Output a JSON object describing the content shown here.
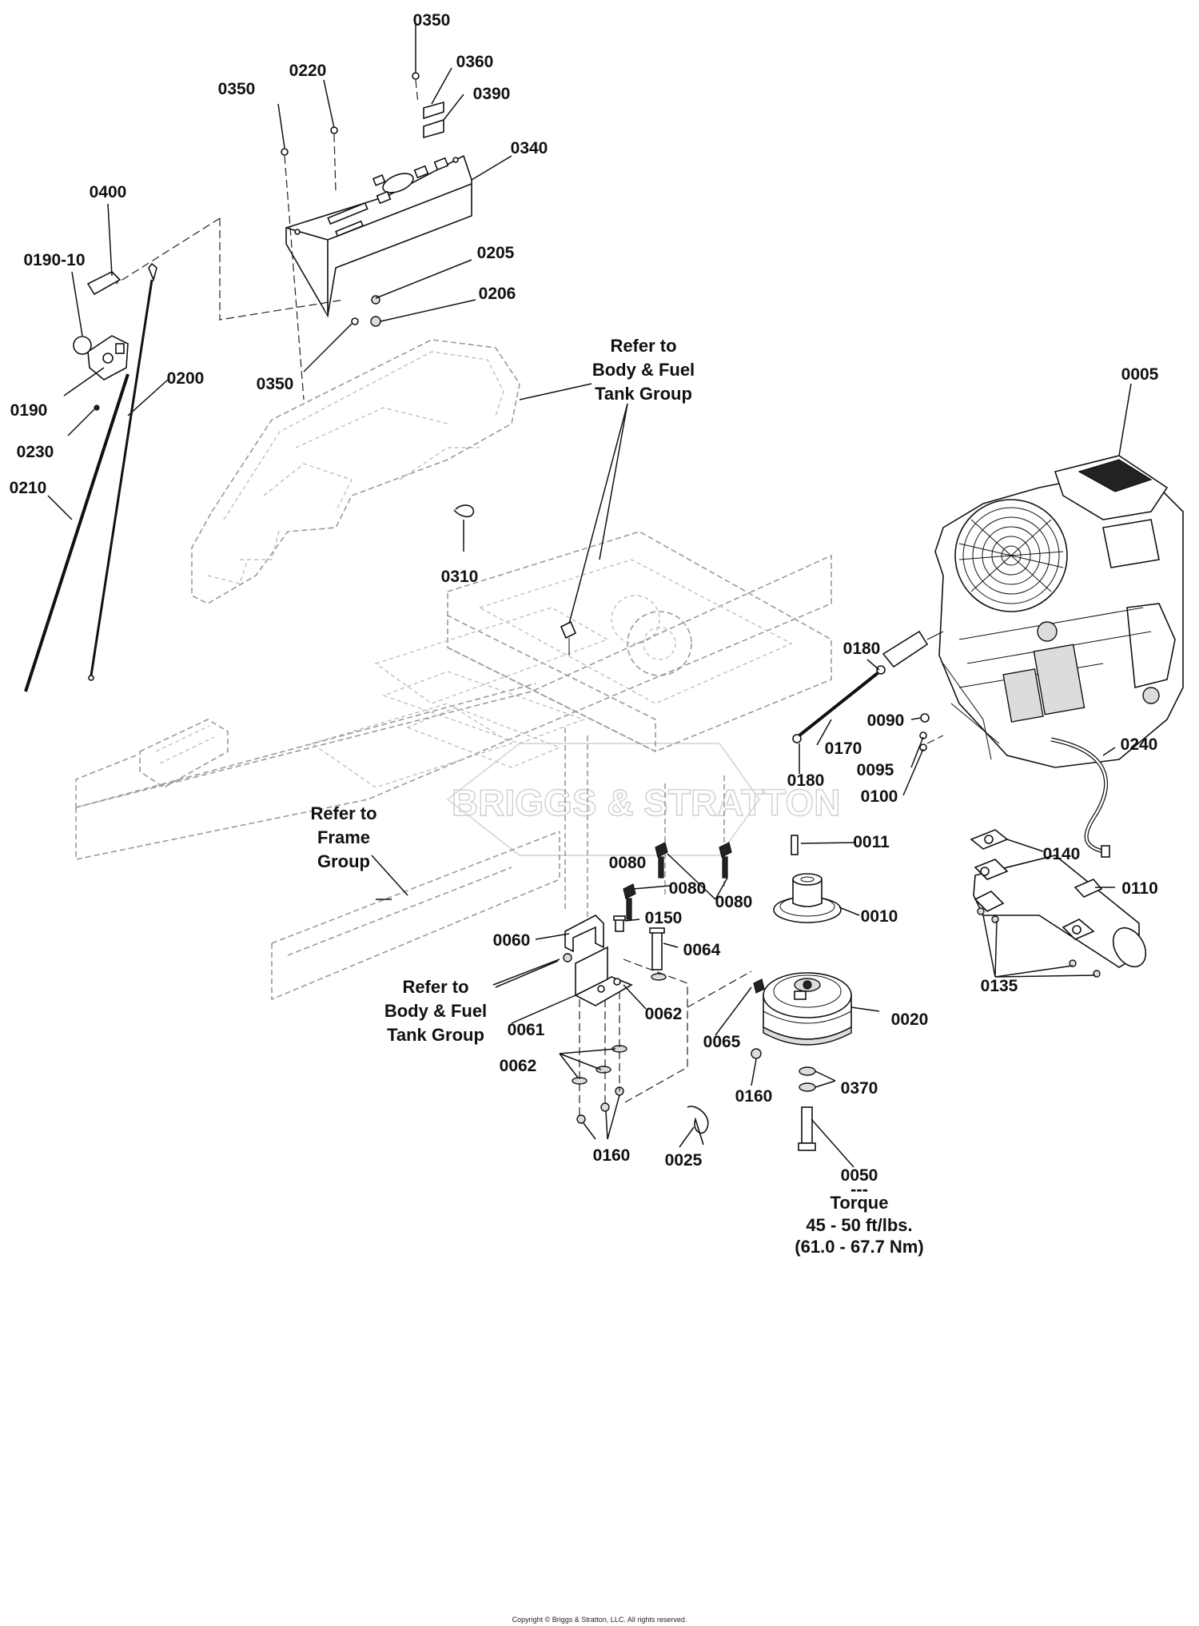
{
  "diagram": {
    "part_labels": [
      "0350",
      "0220",
      "0360",
      "0390",
      "0340",
      "0350",
      "0400",
      "0190-10",
      "0205",
      "0206",
      "0190",
      "0350",
      "0200",
      "0230",
      "0210",
      "0310",
      "0005",
      "0180",
      "0090",
      "0170",
      "0095",
      "0180",
      "0100",
      "0240",
      "0011",
      "0080",
      "0080",
      "0080",
      "0010",
      "0150",
      "0060",
      "0064",
      "0140",
      "0110",
      "0135",
      "0062",
      "0061",
      "0065",
      "0020",
      "0062",
      "0160",
      "0370",
      "0160",
      "0025",
      "0050"
    ],
    "notes": {
      "body_fuel_top": [
        "Refer to",
        "Body & Fuel",
        "Tank Group"
      ],
      "frame": [
        "Refer to",
        "Frame",
        "Group"
      ],
      "body_fuel_bottom": [
        "Refer to",
        "Body & Fuel",
        "Tank Group"
      ],
      "torque": [
        "---",
        "Torque",
        "45 - 50 ft/lbs.",
        "(61.0 - 67.7 Nm)"
      ]
    },
    "watermark": "BRIGGS & STRATTON",
    "copyright": "Copyright © Briggs & Stratton, LLC. All rights reserved."
  }
}
